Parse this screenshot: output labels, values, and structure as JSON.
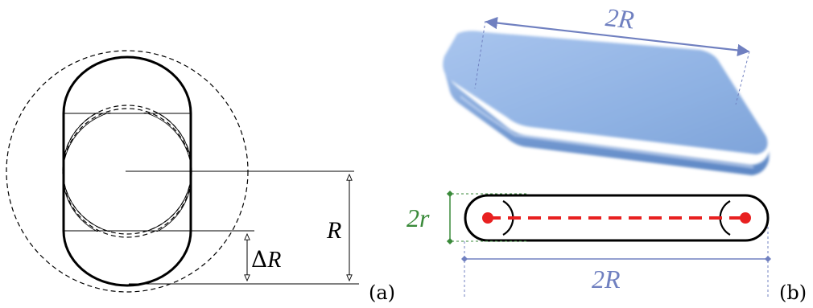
{
  "panel_a": {
    "tag": "(a)",
    "label_R": "R",
    "label_delta": "Δ",
    "label_deltaR_R": "R"
  },
  "panel_b": {
    "tag": "(b)",
    "label_top_2R": "2R",
    "label_bottom_2R": "2R",
    "label_2r": "2r",
    "colors": {
      "dimension_blue": "#7080c0",
      "radius_green": "#3a8a3a",
      "axis_red": "#e82020",
      "slab_blue": "#8fb2e3"
    }
  }
}
